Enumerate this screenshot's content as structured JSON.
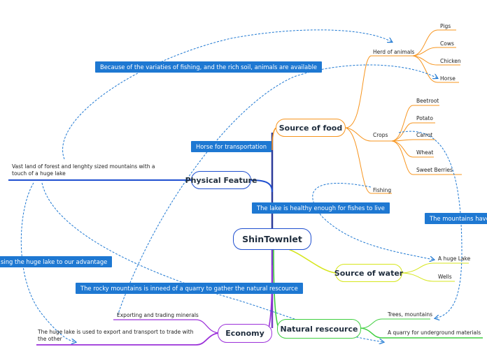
{
  "central": {
    "label": "ShinTownlet"
  },
  "branches": {
    "food": {
      "label": "Source of food",
      "color": "#f7941d"
    },
    "water": {
      "label": "Source of water",
      "color": "#d6e61c"
    },
    "natural": {
      "label": "Natural rescource",
      "color": "#3fcf3f"
    },
    "economy": {
      "label": "Economy",
      "color": "#9b30d9"
    },
    "physical": {
      "label": "Physical Feature",
      "color": "#1f4fd0"
    }
  },
  "food": {
    "herd": {
      "label": "Herd of animals",
      "items": [
        "Pigs",
        "Cows",
        "Chicken",
        "Horse"
      ]
    },
    "crops": {
      "label": "Crops",
      "items": [
        "Beetroot",
        "Potato",
        "Carrot",
        "Wheat",
        "Sweet Berries"
      ]
    },
    "fishing": {
      "label": "Fishing"
    }
  },
  "water": {
    "items": [
      "A huge Lake",
      "Wells"
    ]
  },
  "natural": {
    "items": [
      "Trees, mountains",
      "A quarry for underground materials"
    ]
  },
  "economy": {
    "items": [
      "Exporting and trading minerals",
      "The huge lake is used to export and transport to trade with the other"
    ]
  },
  "physical": {
    "items": [
      "Vast land of forest and lenghty sized mountains with a touch of a huge lake"
    ]
  },
  "callouts": {
    "animals": "Because of the variaties of fishing, and the rich soil, animals are available",
    "horse": "Horse for transportation",
    "lake": "The lake is healthy enough for fishes to live",
    "mountains": "The mountains have",
    "using": "sing the huge lake to our advantage",
    "rocky": "The rocky mountains is inneed of a quarry to gather the natural rescource"
  },
  "colors": {
    "callout": "#1e78d2",
    "relation": "#1e78d2",
    "central_border": "#1f4fd0"
  }
}
